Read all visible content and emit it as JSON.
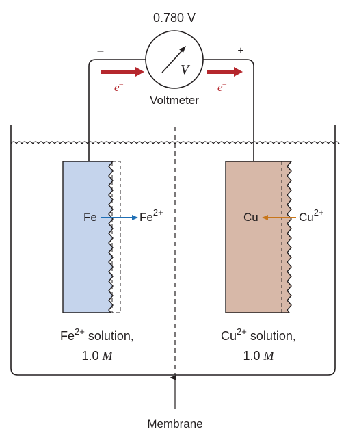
{
  "reading": "0.780 V",
  "minus": "–",
  "plus": "+",
  "meter_symbol": "V",
  "voltmeter_label": "Voltmeter",
  "electron": {
    "base": "e",
    "sup": "–"
  },
  "fe_cell": {
    "metal": "Fe",
    "ion_base": "Fe",
    "ion_charge": "2+",
    "solution_ion": "Fe",
    "solution_charge": "2+",
    "solution_text": " solution,",
    "concentration_value": "1.0 ",
    "concentration_unit": "M"
  },
  "cu_cell": {
    "metal": "Cu",
    "ion_base": "Cu",
    "ion_charge": "2+",
    "solution_ion": "Cu",
    "solution_charge": "2+",
    "solution_text": " solution,",
    "concentration_value": "1.0 ",
    "concentration_unit": "M"
  },
  "membrane_label": "Membrane",
  "colors": {
    "fe_electrode": "#c5d4ec",
    "cu_electrode": "#d7b8a8",
    "fe_arrow": "#1f6fb5",
    "cu_arrow": "#c8761a",
    "electron_arrow": "#b5272d",
    "outline": "#231f20"
  }
}
